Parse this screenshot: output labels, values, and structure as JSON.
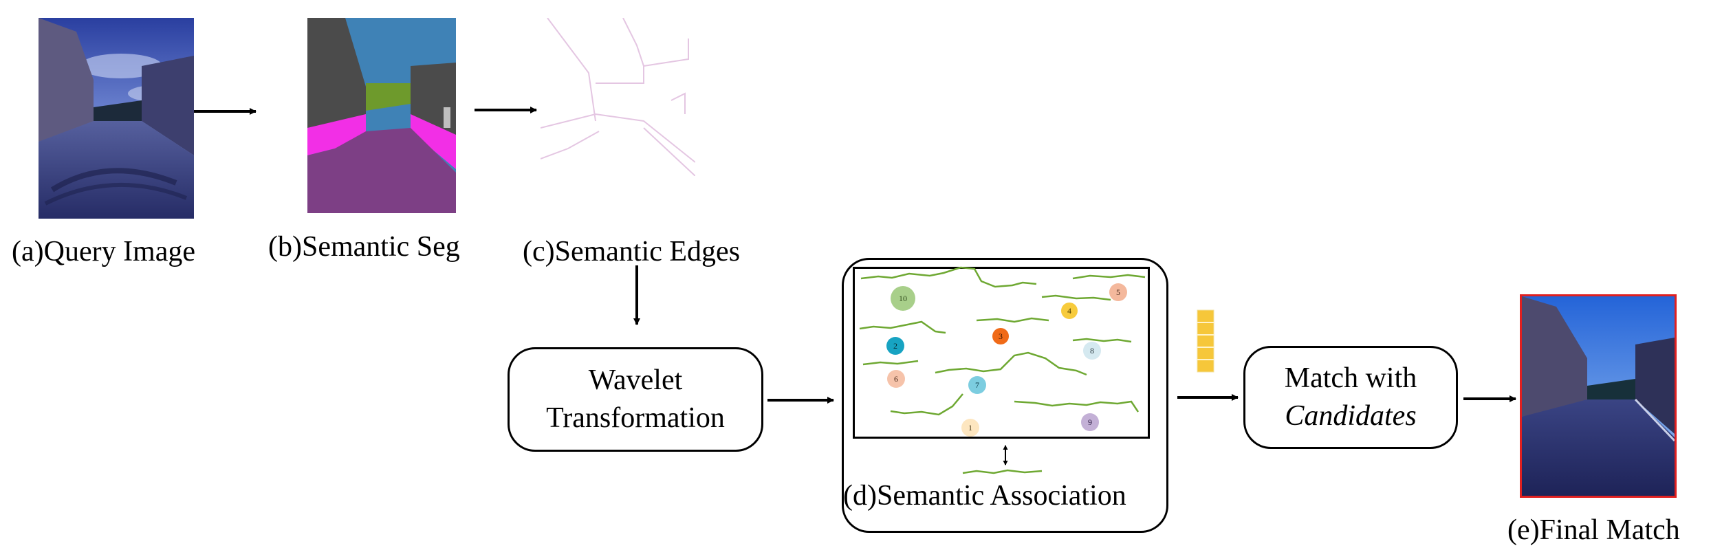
{
  "labels": {
    "query": "(a)Query Image",
    "seg": "(b)Semantic Seg",
    "edges": "(c)Semantic Edges",
    "association": "(d)Semantic Association",
    "final": "(e)Final  Match"
  },
  "boxes": {
    "wavelet_line1": "Wavelet",
    "wavelet_line2": "Transformation",
    "match_line1": "Match with",
    "match_line2": "Candidates"
  },
  "association_nodes": [
    "10",
    "3",
    "4",
    "5",
    "2",
    "8",
    "6",
    "7",
    "1",
    "9"
  ],
  "colors": {
    "seg_sky": "#3f82b6",
    "seg_building": "#4b4b4b",
    "seg_vegetation": "#6e9a2c",
    "seg_sidewalk": "#f22fe6",
    "seg_road": "#7d3f85",
    "edge_line": "#e4c6e2",
    "curve": "#6ea832",
    "final_border": "#e02020",
    "vector": "#f6c73a"
  }
}
